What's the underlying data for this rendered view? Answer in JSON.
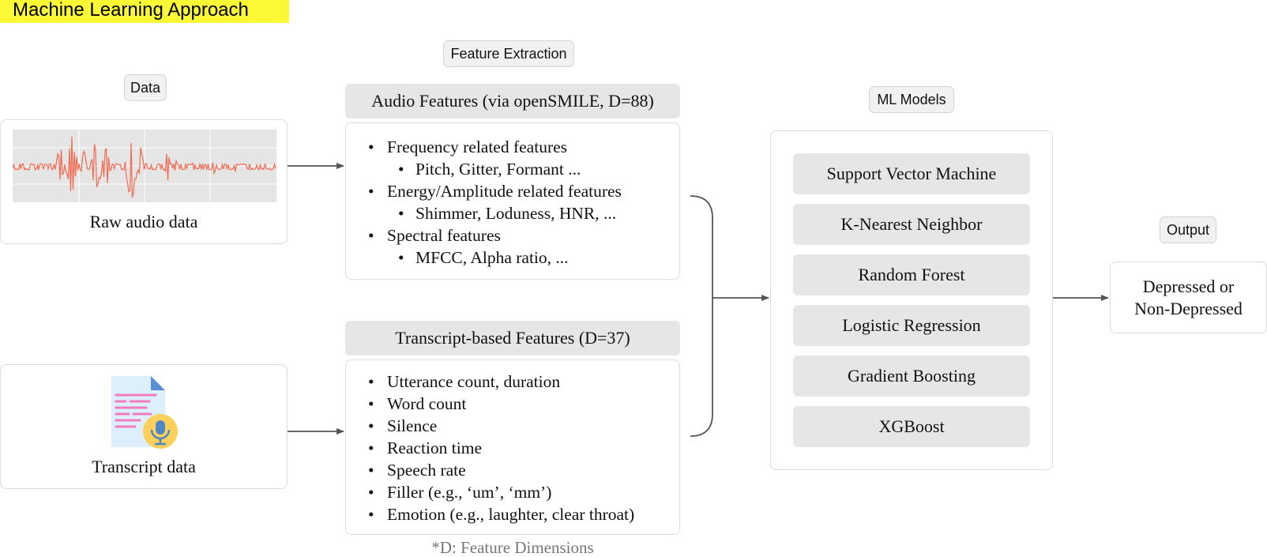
{
  "title": "Machine Learning Approach",
  "data_section": {
    "label": "Data",
    "audio_caption": "Raw audio data",
    "transcript_caption": "Transcript data"
  },
  "feature_section": {
    "label": "Feature Extraction",
    "audio_header": "Audio Features (via openSMILE, D=88)",
    "audio_items": [
      {
        "text": "Frequency related features",
        "sub": "Pitch, Gitter, Formant ..."
      },
      {
        "text": "Energy/Amplitude related features",
        "sub": "Shimmer, Loduness, HNR, ..."
      },
      {
        "text": "Spectral features",
        "sub": "MFCC, Alpha ratio, ..."
      }
    ],
    "transcript_header": "Transcript-based Features (D=37)",
    "transcript_items": [
      "Utterance count, duration",
      "Word count",
      "Silence",
      "Reaction time",
      "Speech rate",
      "Filler (e.g., ‘um’, ‘mm’)",
      "Emotion (e.g., laughter, clear throat)"
    ],
    "footnote": "*D: Feature Dimensions"
  },
  "models_section": {
    "label": "ML Models",
    "models": [
      "Support Vector Machine",
      "K-Nearest Neighbor",
      "Random Forest",
      "Logistic Regression",
      "Gradient Boosting",
      "XGBoost"
    ]
  },
  "output_section": {
    "label": "Output",
    "line1": "Depressed or",
    "line2": "Non-Depressed"
  },
  "colors": {
    "highlight": "#fbf936",
    "waveform": "#f26a50",
    "document": "#dceffa",
    "document_lines": "#f37cc0",
    "microphone_badge": "#fbd15b"
  }
}
